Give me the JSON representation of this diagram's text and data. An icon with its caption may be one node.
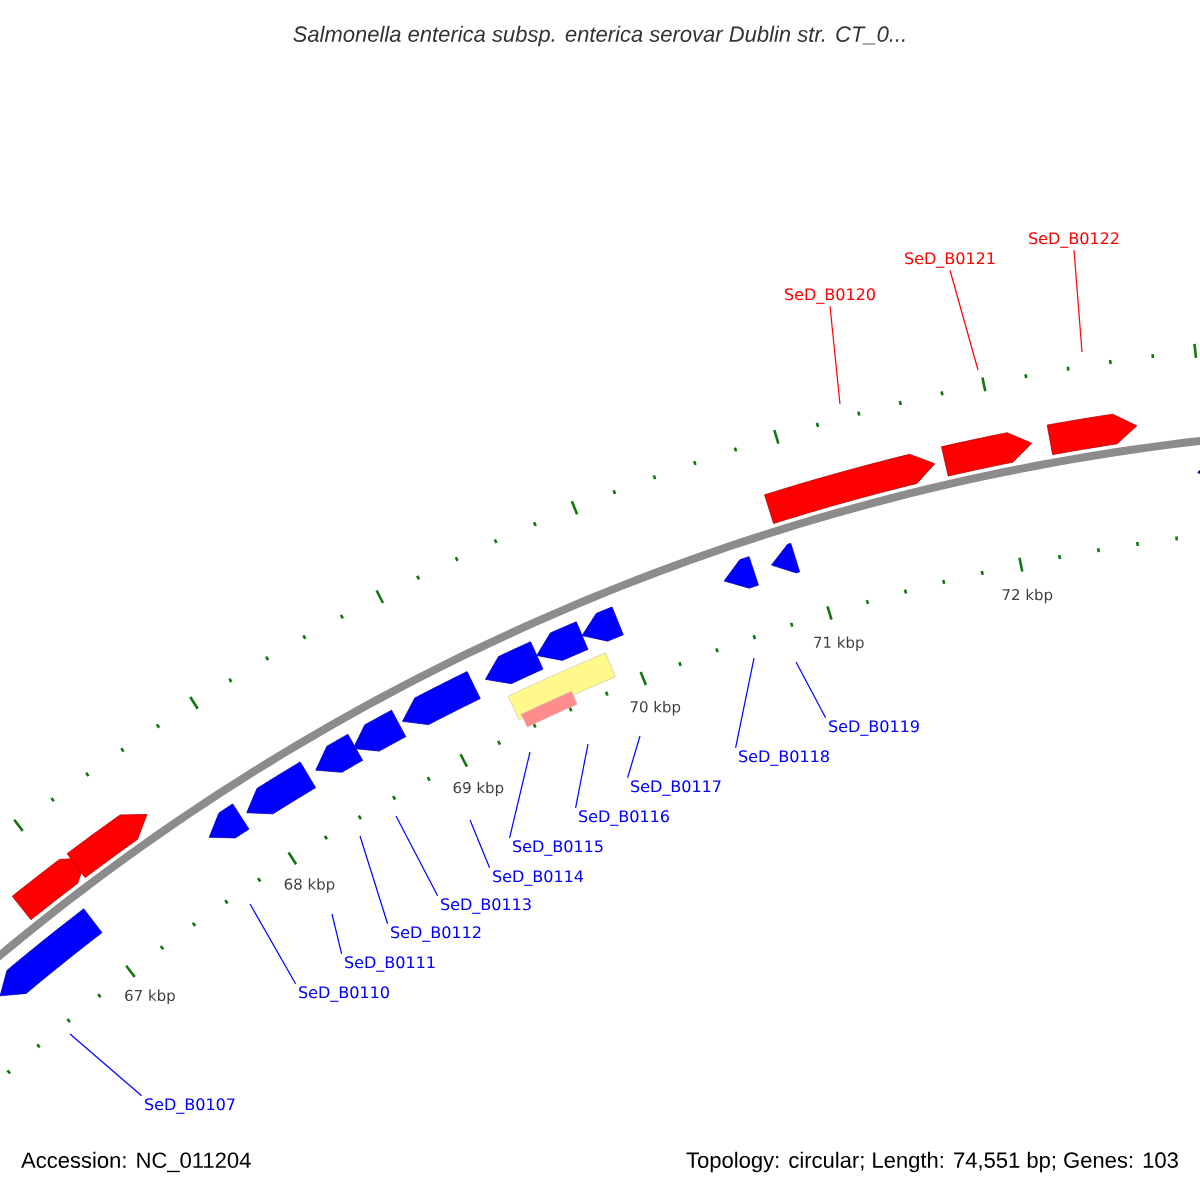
{
  "diagram": {
    "title": "Salmonella enterica subsp. enterica serovar Dublin str. CT_0...",
    "nodes": [
      {
        "text": [
          "SeD_B0107"
        ]
      },
      {
        "text": [
          "SeD_B0110"
        ]
      },
      {
        "text": [
          "SeD_B0111"
        ]
      },
      {
        "text": [
          "SeD_B0112"
        ]
      },
      {
        "text": [
          "SeD_B0113"
        ]
      },
      {
        "text": [
          "SeD_B0114"
        ]
      },
      {
        "text": [
          "SeD_B0115"
        ]
      },
      {
        "text": [
          "SeD_B0116"
        ]
      },
      {
        "text": [
          "SeD_B0117"
        ]
      },
      {
        "text": [
          "SeD_B0118"
        ]
      },
      {
        "text": [
          "SeD_B0119"
        ]
      },
      {
        "text": [
          "SeD_B0120"
        ]
      },
      {
        "text": [
          "SeD_B0121"
        ]
      },
      {
        "text": [
          "SeD_B0122"
        ]
      }
    ],
    "edges": [
      {
        "from": 0,
        "to": null,
        "arrow": "none"
      },
      {
        "from": 1,
        "to": null,
        "arrow": "none"
      },
      {
        "from": 2,
        "to": null,
        "arrow": "none"
      },
      {
        "from": 3,
        "to": null,
        "arrow": "none"
      },
      {
        "from": 4,
        "to": null,
        "arrow": "none"
      },
      {
        "from": 5,
        "to": null,
        "arrow": "none"
      },
      {
        "from": 6,
        "to": null,
        "arrow": "none"
      },
      {
        "from": 7,
        "to": null,
        "arrow": "none"
      },
      {
        "from": 8,
        "to": null,
        "arrow": "none"
      },
      {
        "from": 9,
        "to": null,
        "arrow": "none"
      },
      {
        "from": 10,
        "to": null,
        "arrow": "none"
      },
      {
        "from": 11,
        "to": null,
        "arrow": "none",
        "color": "#ff0000"
      },
      {
        "from": 12,
        "to": null,
        "arrow": "none",
        "color": "#ff0000"
      },
      {
        "from": 13,
        "to": null,
        "arrow": "none",
        "color": "#ff0000"
      }
    ],
    "labels": [
      "67 kbp",
      "68 kbp",
      "69 kbp",
      "70 kbp",
      "71 kbp",
      "72 kbp",
      "Accession: NC_011204",
      "Topology: circular; Length: 74,551 bp; Genes: 103"
    ]
  }
}
